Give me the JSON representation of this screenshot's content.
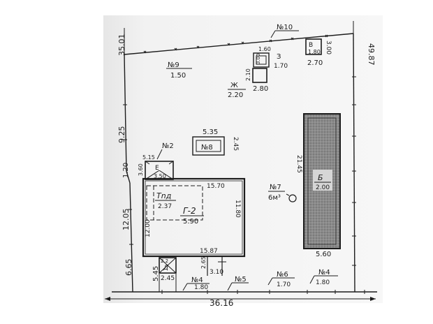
{
  "plan": {
    "left_top": "35.01",
    "left_mid": "9.25",
    "left_small": "1.20",
    "left_main": "12.05",
    "left_bottom": "6.65",
    "left_low": "5.45",
    "bottom_total": "36.16",
    "right_total": "49.87",
    "top_fence": "№10",
    "fence_9": "№9",
    "fence_9_len": "1.50",
    "shed_z": "Ж",
    "shed_z_w": "2.80",
    "shed_z_d": "2.20",
    "shed_z_h": "2.10",
    "shed_z_extra": "3.00",
    "shed_3": "З",
    "shed_3_a": "1.60",
    "shed_3_b": "1.70",
    "shed_v": "В",
    "shed_v_a": "1.80",
    "shed_v_b": "2.70",
    "shed_v_c": "3.00",
    "zh_label": "Ж",
    "zh_val": "2.20",
    "obj8": "№8",
    "obj8_w": "5.35",
    "obj8_h": "2.45",
    "obj2": "№2",
    "porch_e": "Е",
    "porch_e_w": "3.50",
    "porch_e_a": "5.15",
    "porch_e_h": "3.60",
    "main_tnd": "Tnд",
    "main_tnd_v": "2.37",
    "main_label": "Г-2",
    "main_w": "5.90",
    "main_top": "15.70",
    "main_right": "11.80",
    "main_left": "12.00",
    "main_bottom": "15.87",
    "well_no": "№7",
    "well_vol": "6м³",
    "big_b": "Б",
    "big_b_v": "2.00",
    "big_b_w": "5.60",
    "big_b_h": "21.45",
    "porch_d": "Д",
    "porch_d_w": "2.45",
    "porch_d_top": "2.2",
    "item_265": "2.65",
    "item_310": "3.10",
    "fence_4a": "№4",
    "fence_4a_len": "1.80",
    "fence_5": "№5",
    "fence_6": "№6",
    "fence_6_len": "1.70",
    "fence_4b": "№4",
    "fence_4b_len": "1.80"
  }
}
